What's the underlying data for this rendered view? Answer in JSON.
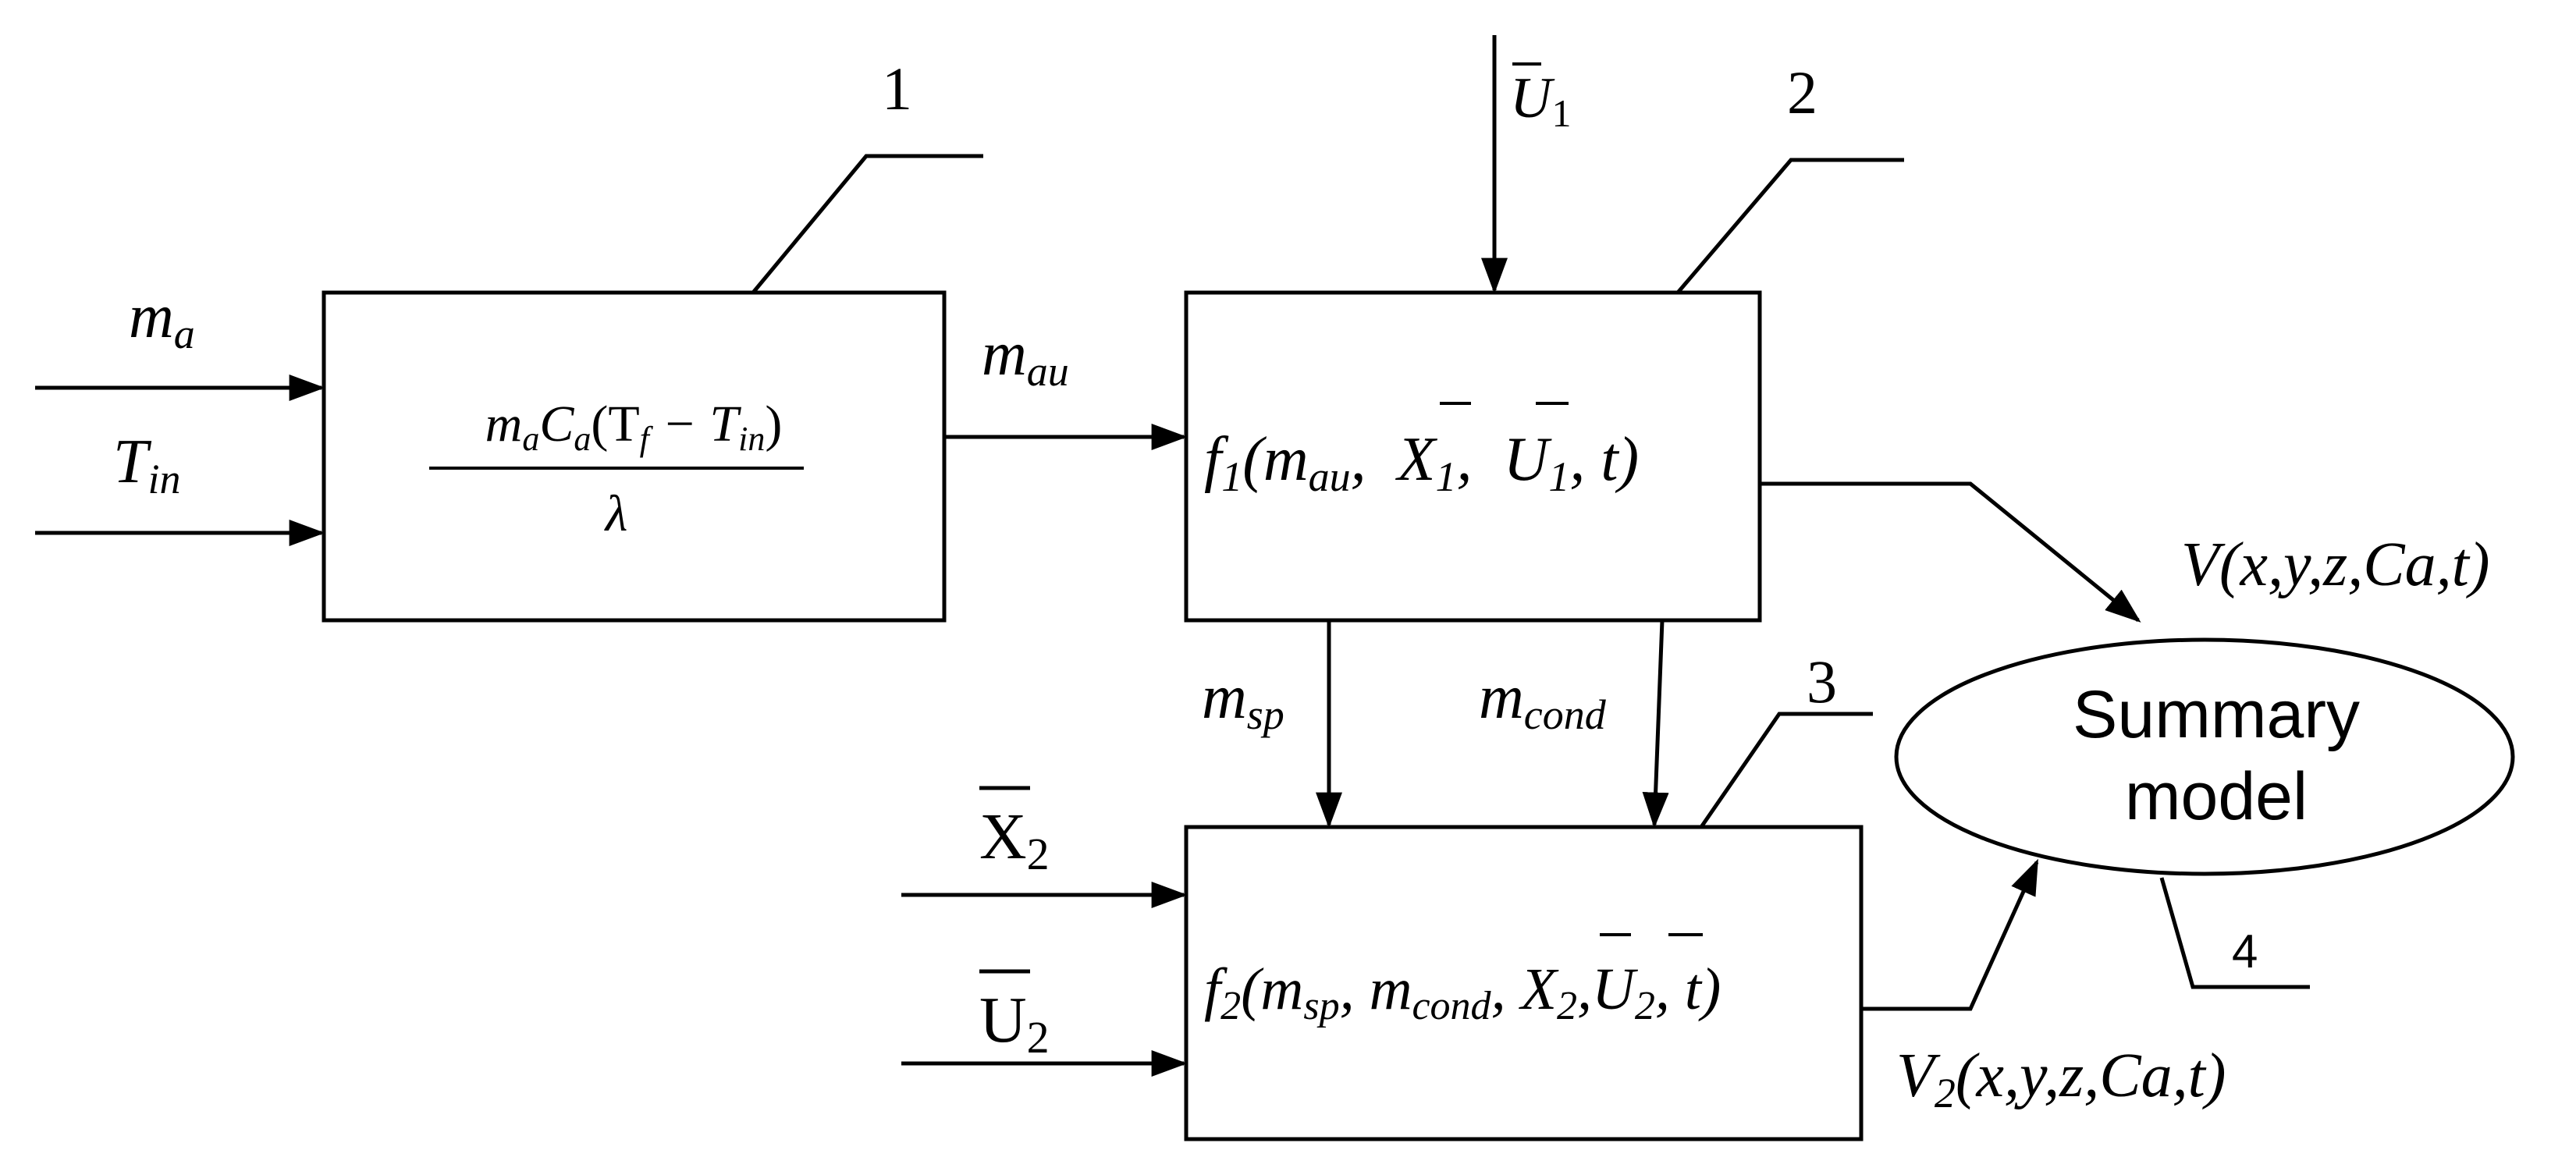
{
  "diagram": {
    "blocks": [
      {
        "id": "1",
        "number": "1"
      },
      {
        "id": "2",
        "number": "2"
      },
      {
        "id": "3",
        "number": "3"
      },
      {
        "id": "4",
        "number": "4"
      }
    ],
    "block1": {
      "num": {
        "m": "m",
        "a": "a",
        "C": "C",
        "a2": "a",
        "open": "(T",
        "f": "f",
        "minus": " − T",
        "in": "in",
        "close": ")"
      },
      "den": "λ"
    },
    "inputs_block1": {
      "ma": {
        "base": "m",
        "sub": "a"
      },
      "tin": {
        "base": "T",
        "sub": "in"
      }
    },
    "link_1_2": {
      "base": "m",
      "sub": "au"
    },
    "input_block2_top": {
      "base": "U",
      "sub": "1"
    },
    "block2": {
      "f": "f",
      "f_sub": "1",
      "open": "(m",
      "m_sub": "au",
      "sep1": ",  ",
      "X": "X",
      "X_sub": "1",
      "sep2": ",  ",
      "U": "U",
      "U_sub": "1",
      "tail": ", t)"
    },
    "links_2_3": {
      "msp": {
        "base": "m",
        "sub": "sp"
      },
      "mcond": {
        "base": "m",
        "sub": "cond"
      }
    },
    "inputs_block3": {
      "x2": {
        "base": "X",
        "sub": "2"
      },
      "u2": {
        "base": "U",
        "sub": "2"
      }
    },
    "block3": {
      "f": "f",
      "f_sub": "2",
      "open": "(m",
      "msp_sub": "sp",
      "sep1": ", m",
      "mcond_sub": "cond",
      "sep2": ", ",
      "X": "X",
      "X_sub": "2",
      "comma": ",",
      "U": "U",
      "U_sub": "2",
      "tail": ", t)"
    },
    "summary": {
      "line1": "Summary",
      "line2": "model"
    },
    "outputs": {
      "v": "V(x,y,z,Ca,t)",
      "v2": {
        "V": "V",
        "sub": "2",
        "rest": "(x,y,z,Ca,t)"
      }
    }
  }
}
